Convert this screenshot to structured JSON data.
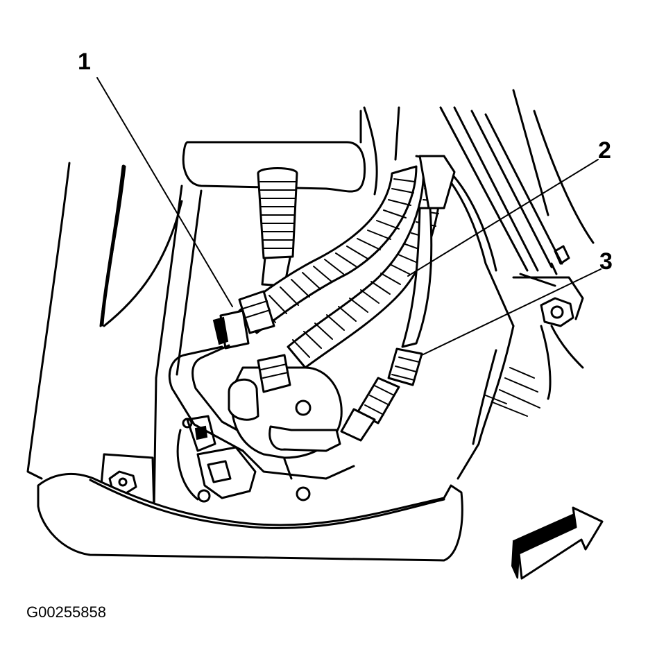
{
  "callouts": [
    {
      "id": "1",
      "label": "1"
    },
    {
      "id": "2",
      "label": "2"
    },
    {
      "id": "3",
      "label": "3"
    }
  ],
  "figure_id": "G00255858"
}
